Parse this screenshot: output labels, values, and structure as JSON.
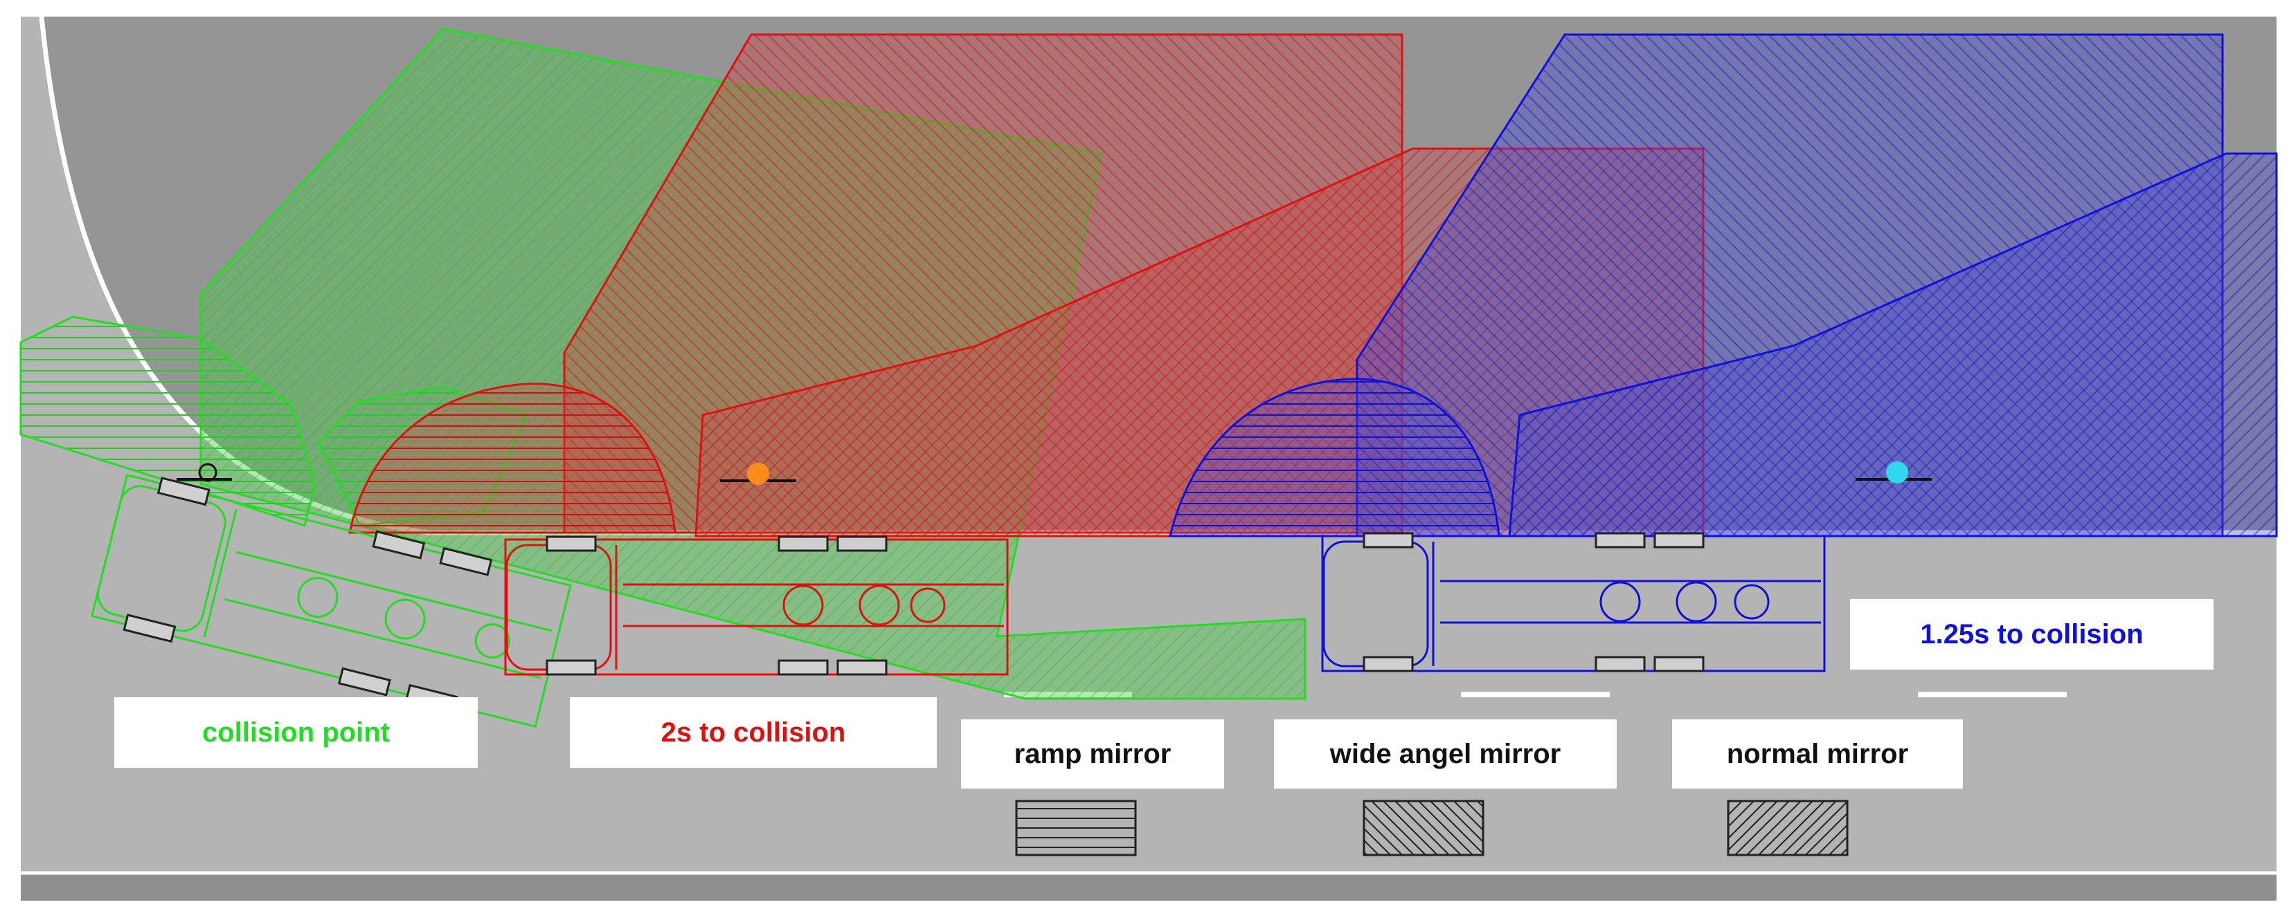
{
  "labels": {
    "collision_point": "collision point",
    "two_s": "2s to collision",
    "one_25s": "1.25s to collision"
  },
  "legend": {
    "ramp": "ramp mirror",
    "wide": "wide angel mirror",
    "normal": "normal mirror"
  },
  "colors": {
    "green": "#22dd22",
    "red": "#e01010",
    "blue": "#1010dd",
    "road": "#b4b4b4",
    "offroad": "#959595"
  }
}
